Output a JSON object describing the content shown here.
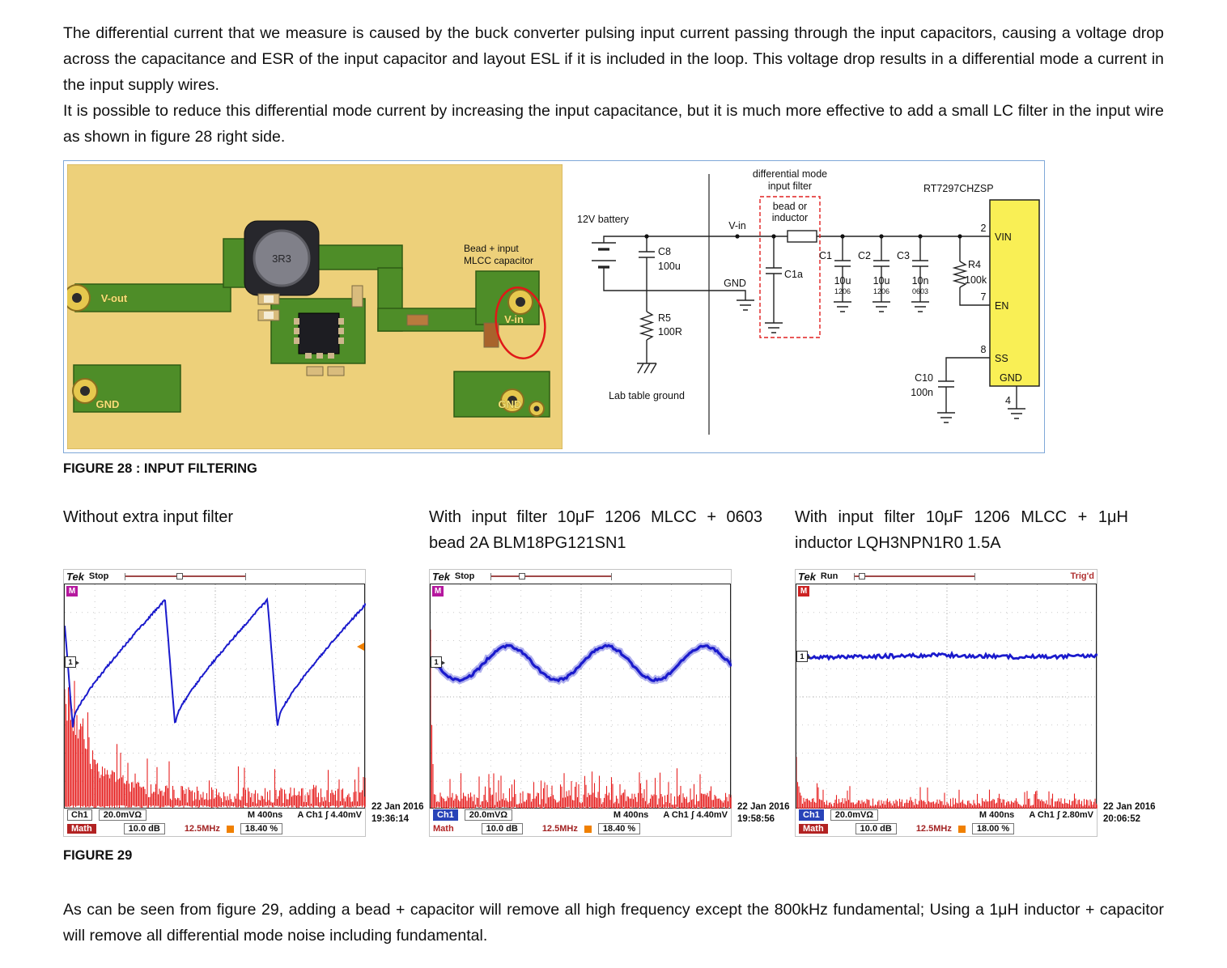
{
  "doc": {
    "para1": "The differential current that we measure is caused by the buck converter pulsing input current passing through the input capacitors, causing a voltage drop across the capacitance and ESR of the input capacitor and layout ESL if it is included in the loop. This voltage drop results in a differential mode a current in the input supply wires.",
    "para2": "It is possible to reduce this differential mode current by increasing the input capacitance, but it is much more effective to add a small LC filter in the input wire as shown in figure 28 right side.",
    "figure28_caption": "FIGURE 28 : INPUT FILTERING",
    "figure29_caption": "FIGURE 29",
    "para3": "As can be seen from figure 29, adding a bead + capacitor will remove all high frequency except the 800kHz fundamental; Using a 1μH inductor + capacitor will remove all differential mode noise including fundamental."
  },
  "pcb": {
    "inductor_label": "3R3",
    "vout_label": "V-out",
    "vin_label": "V-in",
    "gnd_left_label": "GND",
    "gnd_right_label": "GND",
    "annotation_line1": "Bead + input",
    "annotation_line2": "MLCC capacitor"
  },
  "schematic": {
    "battery": "12V battery",
    "vin": "V-in",
    "gnd": "GND",
    "c8_name": "C8",
    "c8_value": "100u",
    "r5_name": "R5",
    "r5_value": "100R",
    "lab_ground": "Lab table ground",
    "filter_line1": "differential mode",
    "filter_line2": "input filter",
    "bead_line1": "bead or",
    "bead_line2": "inductor",
    "c1a_name": "C1a",
    "c1_name": "C1",
    "c1_value": "10u",
    "c1_size": "1206",
    "c2_name": "C2",
    "c2_value": "10u",
    "c2_size": "1206",
    "c3_name": "C3",
    "c3_value": "10n",
    "c3_size": "0603",
    "r4_name": "R4",
    "r4_value": "100k",
    "chip_name": "RT7297CHZSP",
    "pin2_num": "2",
    "pin2_label": "VIN",
    "pin7_num": "7",
    "pin7_label": "EN",
    "pin8_num": "8",
    "pin8_label": "SS",
    "pin4_num": "4",
    "pin4_label": "GND",
    "c10_name": "C10",
    "c10_value": "100n"
  },
  "columns": [
    {
      "heading": "Without extra input filter"
    },
    {
      "heading": "With input filter 10μF 1206 MLCC + 0603 bead 2A BLM18PG121SN1"
    },
    {
      "heading": "With input filter 10μF 1206 MLCC + 1μH inductor LQH3NPN1R0 1.5A"
    }
  ],
  "scopes": [
    {
      "brand": "Tek",
      "mode": "Stop",
      "trigd": "",
      "math_marker": "M",
      "ch_marker": "1",
      "ch": "Ch1",
      "ch_scale": "20.0mVΩ",
      "timebase": "M 400ns",
      "trig_src": "A Ch1 ʃ 4.40mV",
      "math": "Math",
      "math_scale": "10.0 dB",
      "math_freq": "12.5MHz",
      "percent": "18.40 %",
      "date": "22 Jan 2016",
      "time": "19:36:14"
    },
    {
      "brand": "Tek",
      "mode": "Stop",
      "trigd": "",
      "math_marker": "M",
      "ch_marker": "1",
      "ch": "Ch1",
      "ch_scale": "20.0mVΩ",
      "timebase": "M 400ns",
      "trig_src": "A Ch1 ʃ 4.40mV",
      "math": "Math",
      "math_scale": "10.0 dB",
      "math_freq": "12.5MHz",
      "percent": "18.40 %",
      "date": "22 Jan 2016",
      "time": "19:58:56"
    },
    {
      "brand": "Tek",
      "mode": "Run",
      "trigd": "Trig'd",
      "math_marker": "M",
      "ch_marker": "1",
      "ch": "Ch1",
      "ch_scale": "20.0mVΩ",
      "timebase": "M 400ns",
      "trig_src": "A Ch1 ʃ 2.80mV",
      "math": "Math",
      "math_scale": "10.0 dB",
      "math_freq": "12.5MHz",
      "percent": "18.00 %",
      "date": "22 Jan 2016",
      "time": "20:06:52"
    }
  ],
  "chart_data": [
    {
      "type": "line",
      "title": "Without extra input filter",
      "x_axis": "time (400 ns/div)",
      "y_axis": "Ch1: 20.0 mV/div; Math FFT: 10.0 dB/div, 12.5 MHz/div",
      "grid": {
        "cols": 10,
        "rows": 8
      },
      "trigger_level_mV": 4.4,
      "series": [
        {
          "name": "Ch1 input voltage ripple",
          "color": "#1a1acc",
          "shape": "sawtooth",
          "period_div": 3.4,
          "phase": 0.8,
          "rise_fraction": 0.78,
          "peak_div": 0.55,
          "ramp_start_div": 4.0,
          "notch_div": 5.1,
          "marker_div": 2.8,
          "approx_pk_pk_mV": 90
        },
        {
          "name": "Math FFT of Ch1",
          "color": "#e62020",
          "shape": "fft",
          "floor_div": 7.8,
          "left_peak_div": 2.9,
          "decay_div": 0.9,
          "noise_div": 0.6,
          "spike_div": 1.2,
          "spike_prob": 0.15
        }
      ]
    },
    {
      "type": "line",
      "title": "With input filter 10μF 1206 MLCC + 0603 bead 2A BLM18PG121SN1",
      "x_axis": "time (400 ns/div)",
      "y_axis": "Ch1: 20.0 mV/div; Math FFT: 10.0 dB/div, 12.5 MHz/div",
      "grid": {
        "cols": 10,
        "rows": 8
      },
      "trigger_level_mV": 4.4,
      "series": [
        {
          "name": "Ch1 input ripple, 800 kHz fundamental only",
          "color": "#1a1acc",
          "shape": "sine",
          "period_div": 3.26,
          "crest_x_div": 2.58,
          "center_div": 2.8,
          "amp_div": 0.6,
          "marker_div": 2.8,
          "approx_pk_pk_mV": 24
        },
        {
          "name": "Math FFT of Ch1",
          "color": "#e62020",
          "shape": "fft",
          "floor_div": 7.85,
          "left_peak_div": 2.0,
          "decay_div": 0.05,
          "noise_div": 0.45,
          "spike_div": 0.9,
          "spike_prob": 0.25
        }
      ]
    },
    {
      "type": "line",
      "title": "With input filter 10μF 1206 MLCC + 1μH inductor LQH3NPN1R0 1.5A",
      "x_axis": "time (400 ns/div)",
      "y_axis": "Ch1: 20.0 mV/div; Math FFT: 10.0 dB/div, 12.5 MHz/div",
      "grid": {
        "cols": 10,
        "rows": 8
      },
      "trigger_level_mV": 2.8,
      "series": [
        {
          "name": "Ch1 input ripple, fully filtered (flat)",
          "color": "#1a1acc",
          "shape": "flat",
          "center_div": 2.55,
          "jitter_div": 0.07,
          "marker_div": 2.6,
          "approx_pk_pk_mV": 3
        },
        {
          "name": "Math FFT of Ch1",
          "color": "#e62020",
          "shape": "fft",
          "floor_div": 7.9,
          "left_peak_div": 5.6,
          "decay_div": 0.06,
          "noise_div": 0.3,
          "spike_div": 0.55,
          "spike_prob": 0.12
        }
      ]
    }
  ]
}
